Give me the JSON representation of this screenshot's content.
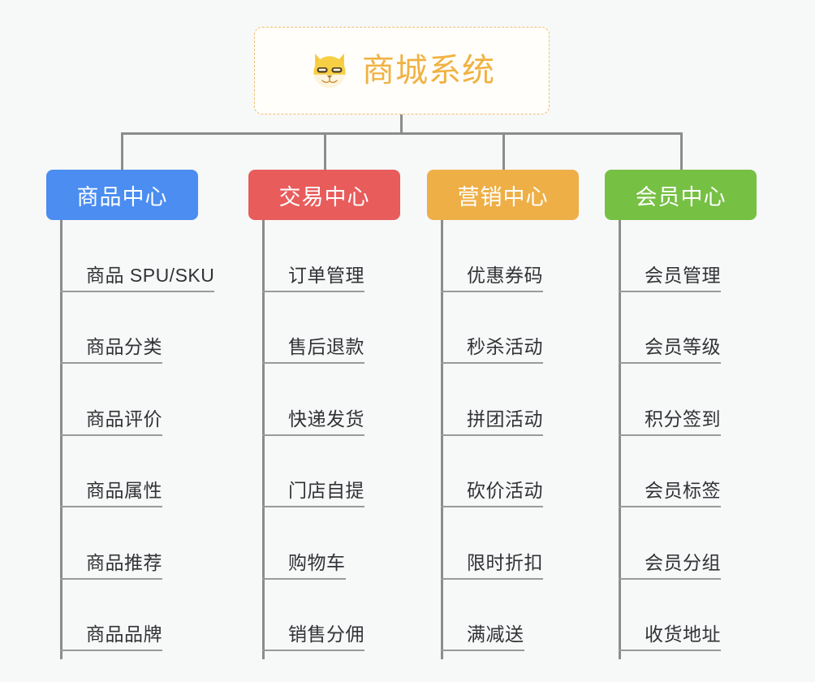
{
  "root": {
    "title": "商城系统",
    "icon": "shiba-dog-face-icon",
    "border_color": "#f0c070",
    "text_color": "#f0b242",
    "background": "#fffefb"
  },
  "canvas": {
    "background": "#f7f8f8",
    "connector_color": "#8c8c8c"
  },
  "columns": [
    {
      "title": "商品中心",
      "color": "#4b8df0",
      "items": [
        "商品 SPU/SKU",
        "商品分类",
        "商品评价",
        "商品属性",
        "商品推荐",
        "商品品牌"
      ]
    },
    {
      "title": "交易中心",
      "color": "#e85c5c",
      "items": [
        "订单管理",
        "售后退款",
        "快递发货",
        "门店自提",
        "购物车",
        "销售分佣"
      ]
    },
    {
      "title": "营销中心",
      "color": "#eeaf47",
      "items": [
        "优惠券码",
        "秒杀活动",
        "拼团活动",
        "砍价活动",
        "限时折扣",
        "满减送"
      ]
    },
    {
      "title": "会员中心",
      "color": "#76c044",
      "items": [
        "会员管理",
        "会员等级",
        "积分签到",
        "会员标签",
        "会员分组",
        "收货地址"
      ]
    }
  ]
}
